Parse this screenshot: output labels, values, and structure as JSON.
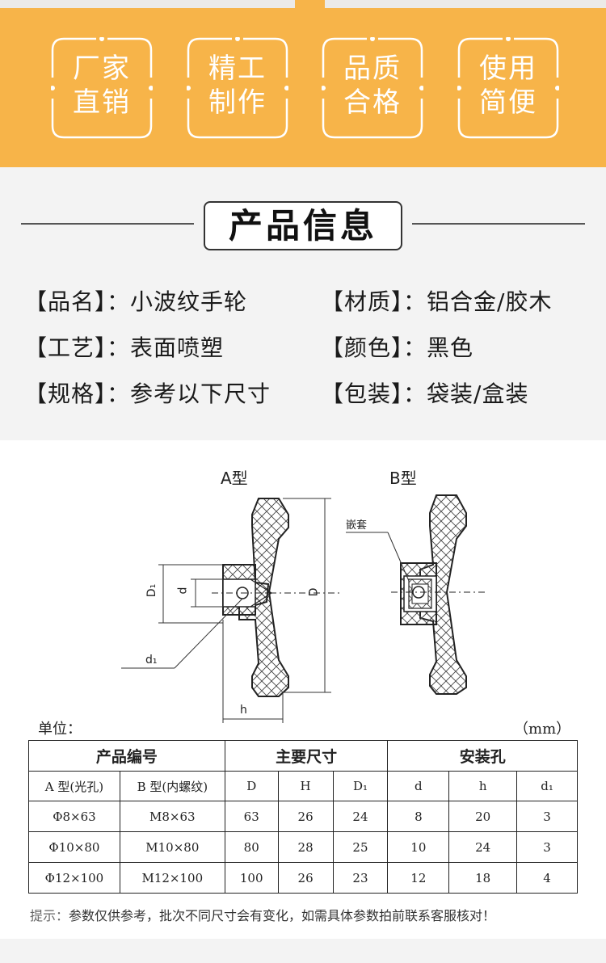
{
  "banner": {
    "color": "#f7b449",
    "badges": [
      {
        "line1": "厂家",
        "line2": "直销"
      },
      {
        "line1": "精工",
        "line2": "制作"
      },
      {
        "line1": "品质",
        "line2": "合格"
      },
      {
        "line1": "使用",
        "line2": "简便"
      }
    ]
  },
  "info": {
    "title": "产品信息",
    "specs": [
      {
        "key": "【品名】",
        "value": "：小波纹手轮"
      },
      {
        "key": "【材质】",
        "value": "：铝合金/胶木"
      },
      {
        "key": "【工艺】",
        "value": "：表面喷塑"
      },
      {
        "key": "【颜色】",
        "value": "：黑色"
      },
      {
        "key": "【规格】",
        "value": "：参考以下尺寸"
      },
      {
        "key": "【包装】",
        "value": "：袋装/盒装"
      }
    ]
  },
  "diagram": {
    "type_a": "A型",
    "type_b": "B型",
    "label_D1": "D₁",
    "label_d": "d",
    "label_D": "D",
    "label_d1": "d₁",
    "label_h": "h",
    "label_insert": "嵌套"
  },
  "table": {
    "unit_label": "单位：",
    "unit_value": "（mm）",
    "group_headers": [
      "产品编号",
      "主要尺寸",
      "安装孔"
    ],
    "sub_headers": [
      "A 型(光孔)",
      "B 型(内螺纹)",
      "D",
      "H",
      "D₁",
      "d",
      "h",
      "d₁"
    ],
    "rows": [
      [
        "Φ8×63",
        "M8×63",
        "63",
        "26",
        "24",
        "8",
        "20",
        "3"
      ],
      [
        "Φ10×80",
        "M10×80",
        "80",
        "28",
        "25",
        "10",
        "24",
        "3"
      ],
      [
        "Φ12×100",
        "M12×100",
        "100",
        "26",
        "23",
        "12",
        "18",
        "4"
      ]
    ]
  },
  "note": {
    "prefix": "提示：",
    "text": "参数仅供参考，批次不同尺寸会有变化，如需具体参数拍前联系客服核对！"
  }
}
